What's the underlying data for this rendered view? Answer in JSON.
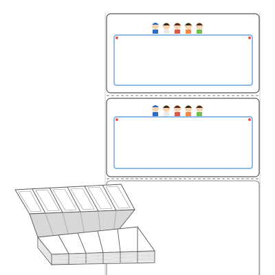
{
  "product": {
    "labels": [
      {
        "id": "label-1",
        "illustration": "five-cartoon-children"
      },
      {
        "id": "label-2",
        "illustration": "five-cartoon-children"
      },
      {
        "id": "label-3",
        "illustration": "none"
      }
    ],
    "stack": {
      "illustration": "fanfold-label-stack"
    }
  },
  "colors": {
    "frame_border": "#4a90d9",
    "pin_red": "#e8544e",
    "label_outline": "#555555",
    "perforation": "#777777",
    "stack_shadow": "#d8d8d8"
  }
}
